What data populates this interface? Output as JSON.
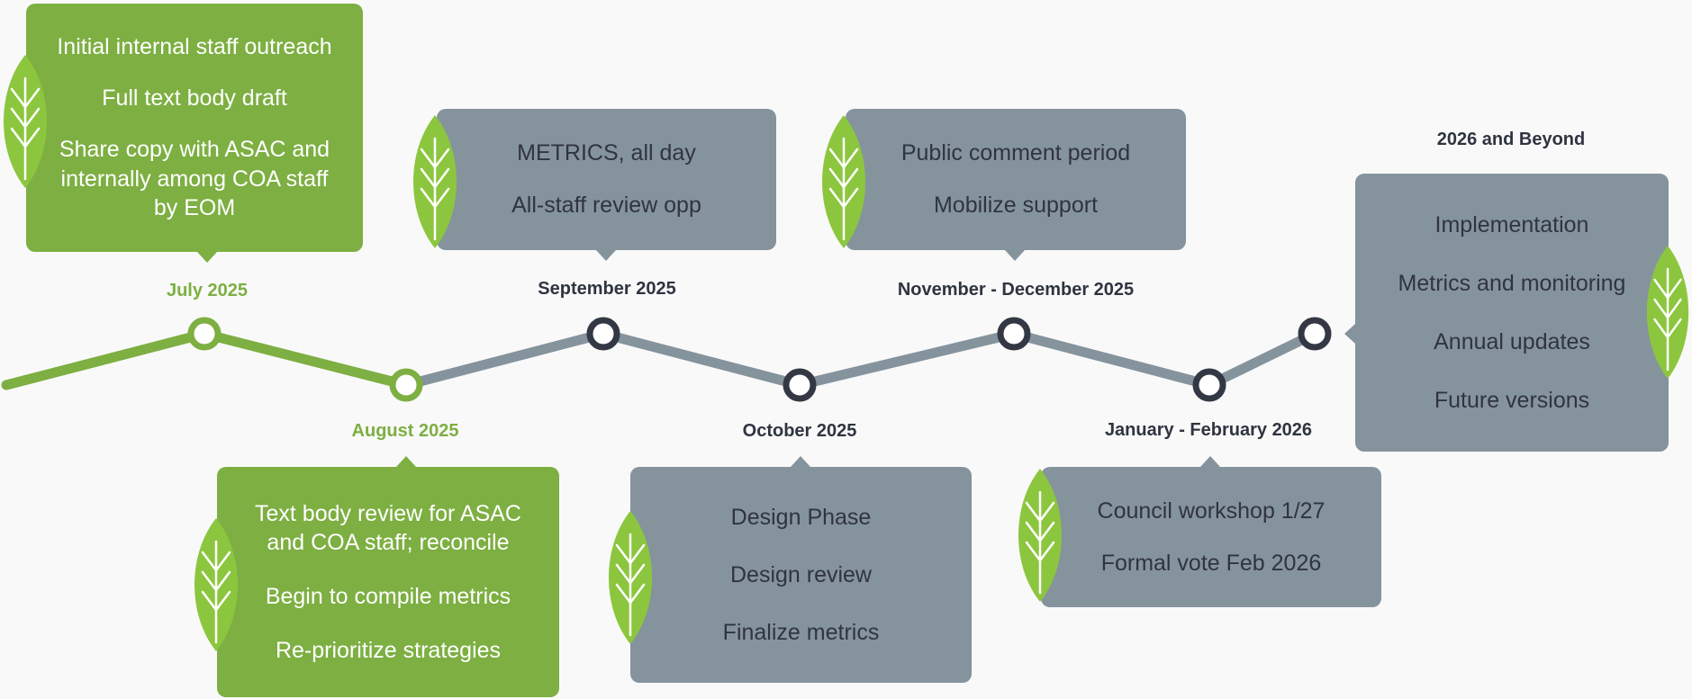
{
  "colors": {
    "green": "#7daf42",
    "leaf": "#8cc63f",
    "gray": "#85939d",
    "dark": "#333844",
    "background": "#f9f9f9"
  },
  "milestones": [
    {
      "id": "jul",
      "label": "July 2025",
      "status": "done",
      "items": [
        "Initial internal staff outreach",
        "Full text body draft",
        "Share copy with ASAC and internally among COA staff by EOM"
      ]
    },
    {
      "id": "aug",
      "label": "August 2025",
      "status": "done",
      "items": [
        "Text body review for ASAC and COA staff; reconcile",
        "Begin to compile metrics",
        "Re-prioritize strategies"
      ]
    },
    {
      "id": "sep",
      "label": "September 2025",
      "status": "upcoming",
      "items": [
        "METRICS, all day",
        "All-staff review opp"
      ]
    },
    {
      "id": "oct",
      "label": "October 2025",
      "status": "upcoming",
      "items": [
        "Design Phase",
        "Design review",
        "Finalize metrics"
      ]
    },
    {
      "id": "nov",
      "label": "November - December 2025",
      "status": "upcoming",
      "items": [
        "Public comment period",
        "Mobilize support"
      ]
    },
    {
      "id": "jan",
      "label": "January - February 2026",
      "status": "upcoming",
      "items": [
        "Council workshop 1/27",
        "Formal vote Feb 2026"
      ]
    },
    {
      "id": "beyond",
      "label": "2026 and Beyond",
      "status": "upcoming",
      "items": [
        "Implementation",
        "Metrics and monitoring",
        "Annual updates",
        "Future versions"
      ]
    }
  ]
}
